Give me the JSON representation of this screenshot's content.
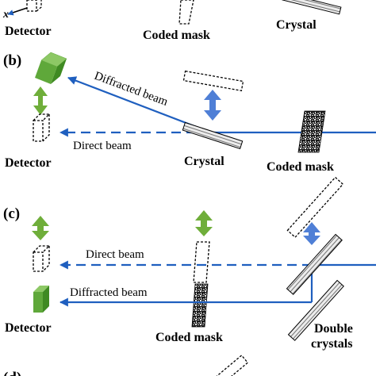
{
  "colors": {
    "beam": "#1f5fbf",
    "green_arrow": "#6fae3a",
    "green_box": "#5fa83a",
    "blue_arrow": "#4f7fd6",
    "crystal_fill": "#e6e6e6",
    "outline": "#000000"
  },
  "top_strip": {
    "axis_label": "x",
    "detector": "Detector",
    "coded_mask": "Coded mask",
    "crystal": "Crystal"
  },
  "panel_b": {
    "tag": "(b)",
    "diffracted_beam": "Diffracted beam",
    "direct_beam": "Direct beam",
    "detector": "Detector",
    "crystal": "Crystal",
    "coded_mask": "Coded mask"
  },
  "panel_c": {
    "tag": "(c)",
    "direct_beam": "Direct beam",
    "diffracted_beam": "Diffracted beam",
    "detector": "Detector",
    "coded_mask": "Coded mask",
    "double_crystals_line1": "Double",
    "double_crystals_line2": "crystals"
  },
  "panel_d": {
    "tag": "(d)"
  }
}
